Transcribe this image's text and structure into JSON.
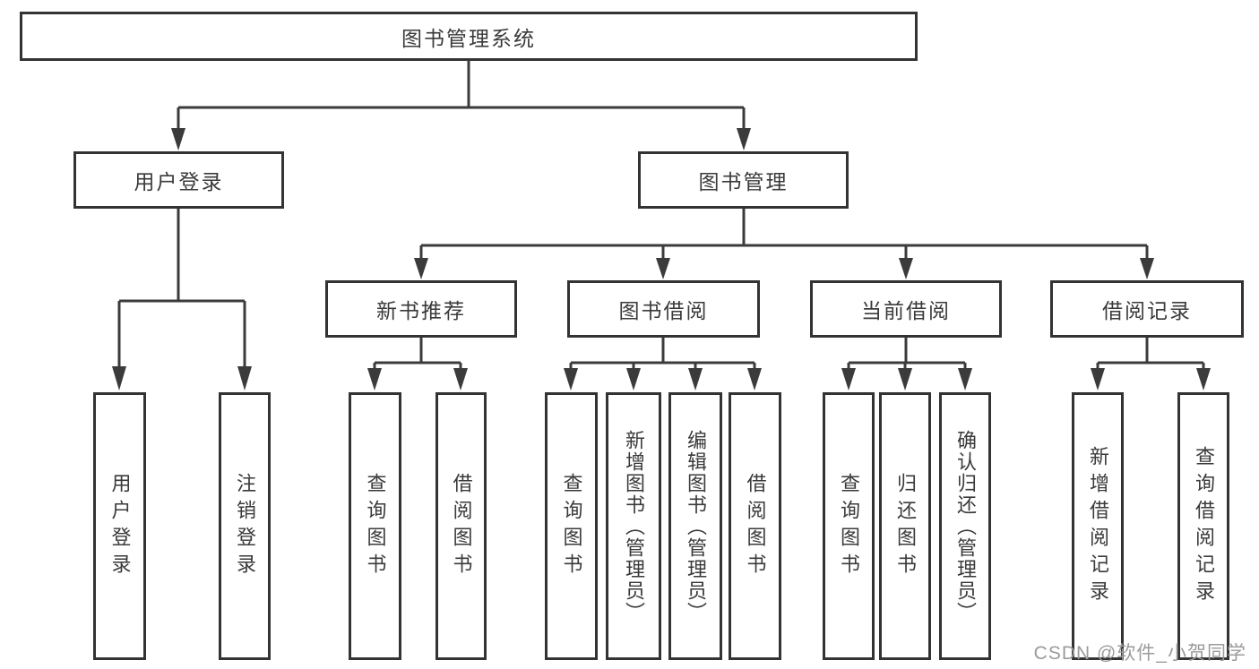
{
  "nodes": {
    "root": "图书管理系统",
    "user_login": "用户登录",
    "book_management": "图书管理",
    "new_book_recommend": "新书推荐",
    "book_borrowing": "图书借阅",
    "current_borrowing": "当前借阅",
    "borrowing_records": "借阅记录",
    "login_user_login": "用户登录",
    "login_logout": "注销登录",
    "recommend_query_books": "查询图书",
    "recommend_borrow_books": "借阅图书",
    "borrowing_query_books": "查询图书",
    "borrowing_add_books": "新增图书（管理员）",
    "borrowing_edit_books": "编辑图书（管理员）",
    "borrowing_borrow_books": "借阅图书",
    "current_query_books": "查询图书",
    "current_return_books": "归还图书",
    "current_confirm_return": "确认归还（管理员）",
    "records_add_record": "新增借阅记录",
    "records_query_record": "查询借阅记录"
  },
  "watermark": "CSDN @软件_小贺同学",
  "colors": {
    "line": "#3b3b3b",
    "border": "#333333",
    "text": "#3a3a3a",
    "watermark": "#9b9b9b",
    "background": "#ffffff"
  }
}
